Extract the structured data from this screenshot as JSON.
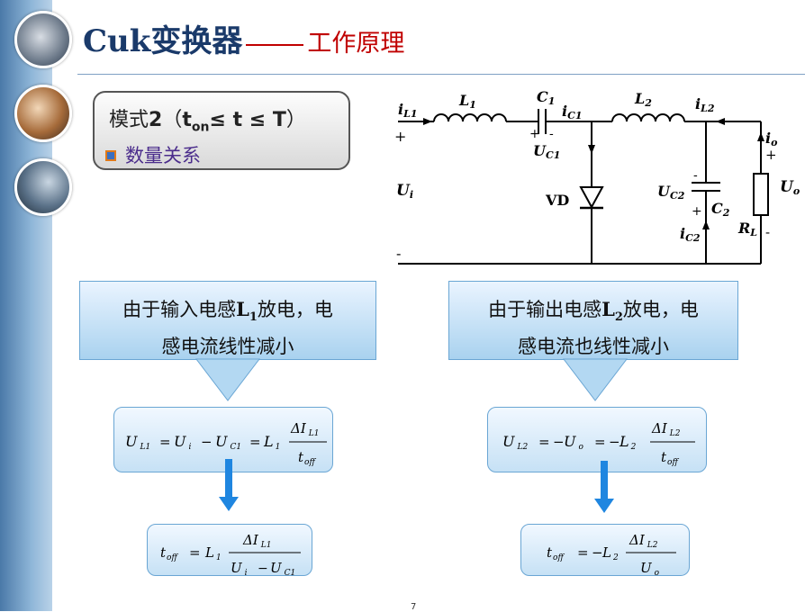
{
  "title": {
    "main": "Cuk变换器",
    "sub": "工作原理"
  },
  "mode_box": {
    "prefix": "模式",
    "number": "2",
    "paren_open": "（",
    "t": "t",
    "on": "on",
    "le1": "≤",
    "t_mid": " t ",
    "le2": "≤",
    "T": " T",
    "paren_close": "）",
    "bullet": "数量关系"
  },
  "circuit": {
    "iL1": "i",
    "iL1_sub": "L1",
    "L1": "L",
    "L1_sub": "1",
    "C1": "C",
    "C1_sub": "1",
    "iC1": "i",
    "iC1_sub": "C1",
    "L2": "L",
    "L2_sub": "2",
    "iL2": "i",
    "iL2_sub": "L2",
    "UC1": "U",
    "UC1_sub": "C1",
    "Ui": "U",
    "Ui_sub": "i",
    "VD": "VD",
    "UC2": "U",
    "UC2_sub": "C2",
    "C2": "C",
    "C2_sub": "2",
    "iC2": "i",
    "iC2_sub": "C2",
    "RL": "R",
    "RL_sub": "L",
    "io": "i",
    "io_sub": "o",
    "Uo": "U",
    "Uo_sub": "o",
    "plus": "+",
    "minus": "-"
  },
  "left": {
    "bubble_line1_a": "由于输入电感",
    "bubble_L": "L",
    "bubble_sub": "1",
    "bubble_line1_b": "放电，电",
    "bubble_line2": "感电流线性减小"
  },
  "right": {
    "bubble_line1_a": "由于输出电感",
    "bubble_L": "L",
    "bubble_sub": "2",
    "bubble_line1_b": "放电，电",
    "bubble_line2": "感电流也线性减小"
  },
  "eq": {
    "U": "U",
    "L": "L",
    "t": "t",
    "off": "off",
    "DeltaI": "ΔI",
    "L1": "L1",
    "L2": "L2",
    "C1": "C1",
    "sub_1": "1",
    "sub_2": "2",
    "sub_i": "i",
    "sub_o": "o",
    "eq": "=",
    "minus": "−",
    "neg": "−"
  },
  "page_number": "7"
}
